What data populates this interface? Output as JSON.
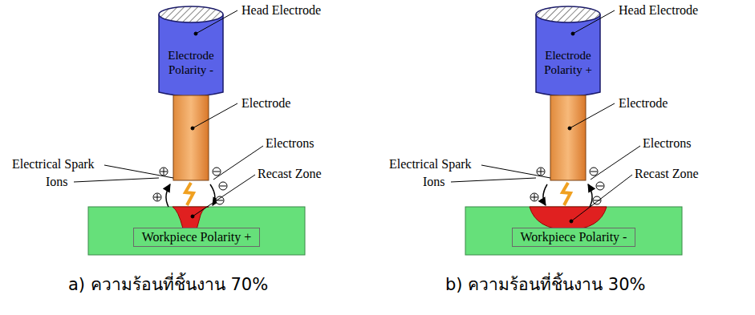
{
  "diagram": {
    "nodes": [
      {
        "text": [
          "Electrode Polarity -"
        ]
      },
      {
        "text": [
          "Workpiece Polarity +"
        ]
      },
      {
        "text": [
          "Electrode Polarity +"
        ]
      },
      {
        "text": [
          "Workpiece Polarity -"
        ]
      }
    ],
    "labels": [
      "Head Electrode",
      "Electrode",
      "Electrical Spark",
      "Ions",
      "Electrons",
      "Recast Zone",
      "a) ความร้อนที่ชิ้นงาน 70%",
      "Head Electrode",
      "Electrode",
      "Electrical Spark",
      "Ions",
      "Electrons",
      "Recast Zone",
      "b) ความร้อนที่ชิ้นงาน 30%"
    ]
  }
}
